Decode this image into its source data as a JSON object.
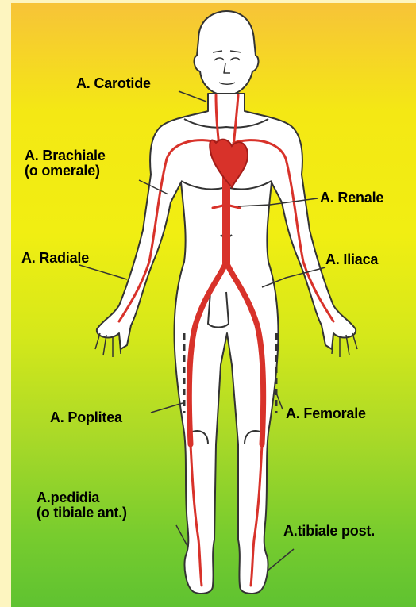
{
  "labels": {
    "carotide": "A. Carotide",
    "brachiale_1": "A. Brachiale",
    "brachiale_2": "(o omerale)",
    "renale": "A. Renale",
    "radiale": "A. Radiale",
    "iliaca": "A. Iliaca",
    "poplitea": "A. Poplitea",
    "femorale": "A. Femorale",
    "pedidia_1": "A.pedidia",
    "pedidia_2": "(o tibiale ant.)",
    "tibiale_post": "A.tibiale post."
  },
  "colors": {
    "artery": "#d8322a",
    "artery_dark": "#a41c18",
    "outline": "#333333",
    "skin": "#ffffff",
    "background_top": "#f7c338",
    "background_bottom": "#5fc231"
  }
}
